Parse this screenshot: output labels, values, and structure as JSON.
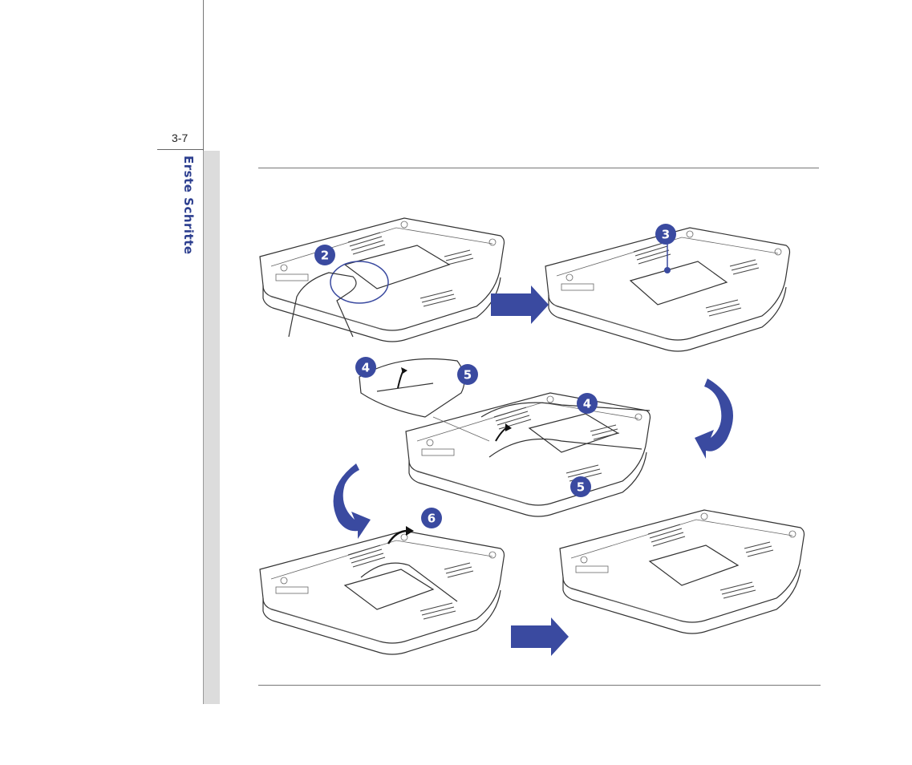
{
  "header": {
    "page_number": "3-7",
    "section_title": "Erste Schritte"
  },
  "steps": [
    {
      "id": "2",
      "label": "2"
    },
    {
      "id": "3",
      "label": "3"
    },
    {
      "id": "4a",
      "label": "4"
    },
    {
      "id": "5a",
      "label": "5"
    },
    {
      "id": "4b",
      "label": "4"
    },
    {
      "id": "5b",
      "label": "5"
    },
    {
      "id": "6",
      "label": "6"
    }
  ],
  "colors": {
    "accent": "#3a4aa0",
    "sidebar": "#dcdcdc",
    "section_text": "#2d3f8f"
  }
}
